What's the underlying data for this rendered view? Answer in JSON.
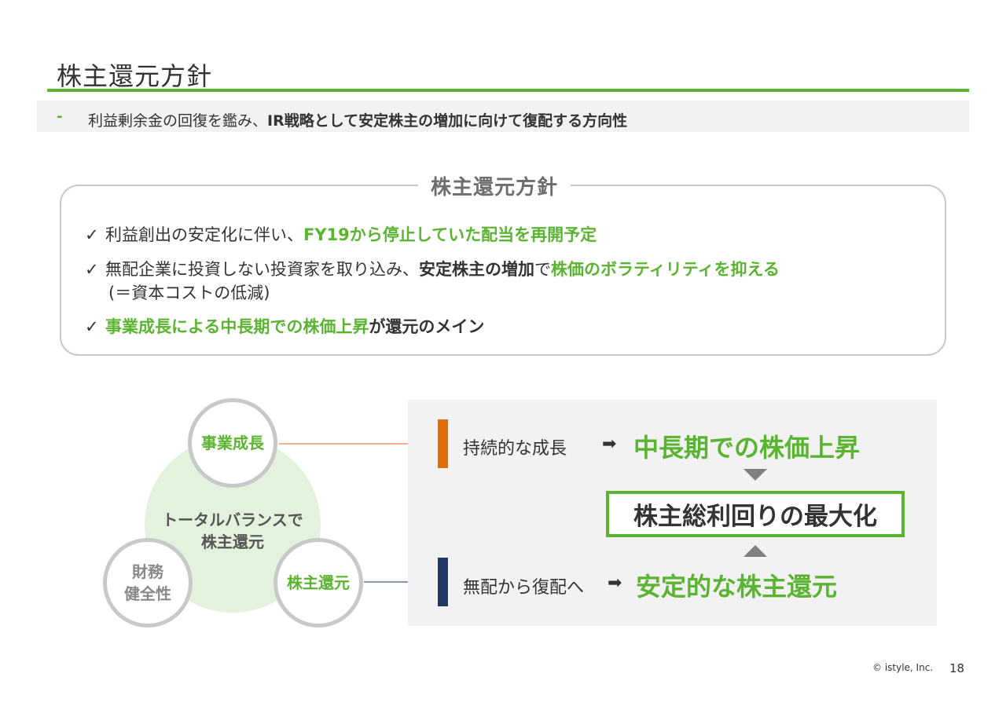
{
  "header": {
    "title": "株主還元方針"
  },
  "subtitle": {
    "dash": "-",
    "normal": "利益剰余金の回復を鑑み、",
    "bold": "IR戦略として安定株主の増加に向けて復配する方向性"
  },
  "policy": {
    "heading": "株主還元方針",
    "bullets": [
      {
        "check": "✓",
        "part1": "利益創出の安定化に伴い、",
        "part2_green": "FY19から停止していた配当を再開予定"
      },
      {
        "check": "✓",
        "part1": "無配企業に投資しない投資家を取り込み、",
        "part2_bold": "安定株主の増加",
        "part3": "で",
        "part4_green": "株価のボラティリティを抑える",
        "line2": "(＝資本コストの低減)"
      },
      {
        "check": "✓",
        "part1_green": "事業成長による中長期での株価上昇",
        "part2_bold": "が還元のメイン"
      }
    ]
  },
  "diagram": {
    "center_line1": "トータルバランスで",
    "center_line2": "株主還元",
    "circle_business": "事業成長",
    "circle_finance_line1": "財務",
    "circle_finance_line2": "健全性",
    "circle_return": "株主還元"
  },
  "panel": {
    "row1_label": "持続的な成長",
    "row1_arrow": "➡",
    "row1_result": "中長期での株価上昇",
    "max_label": "株主総利回りの最大化",
    "row2_label": "無配から復配へ",
    "row2_arrow": "➡",
    "row2_result": "安定的な株主還元",
    "colors": {
      "orange": "#e36c0a",
      "navy": "#1f3864",
      "green": "#5bb332"
    }
  },
  "footer": {
    "copyright": "© istyle, Inc.",
    "page": "18"
  }
}
